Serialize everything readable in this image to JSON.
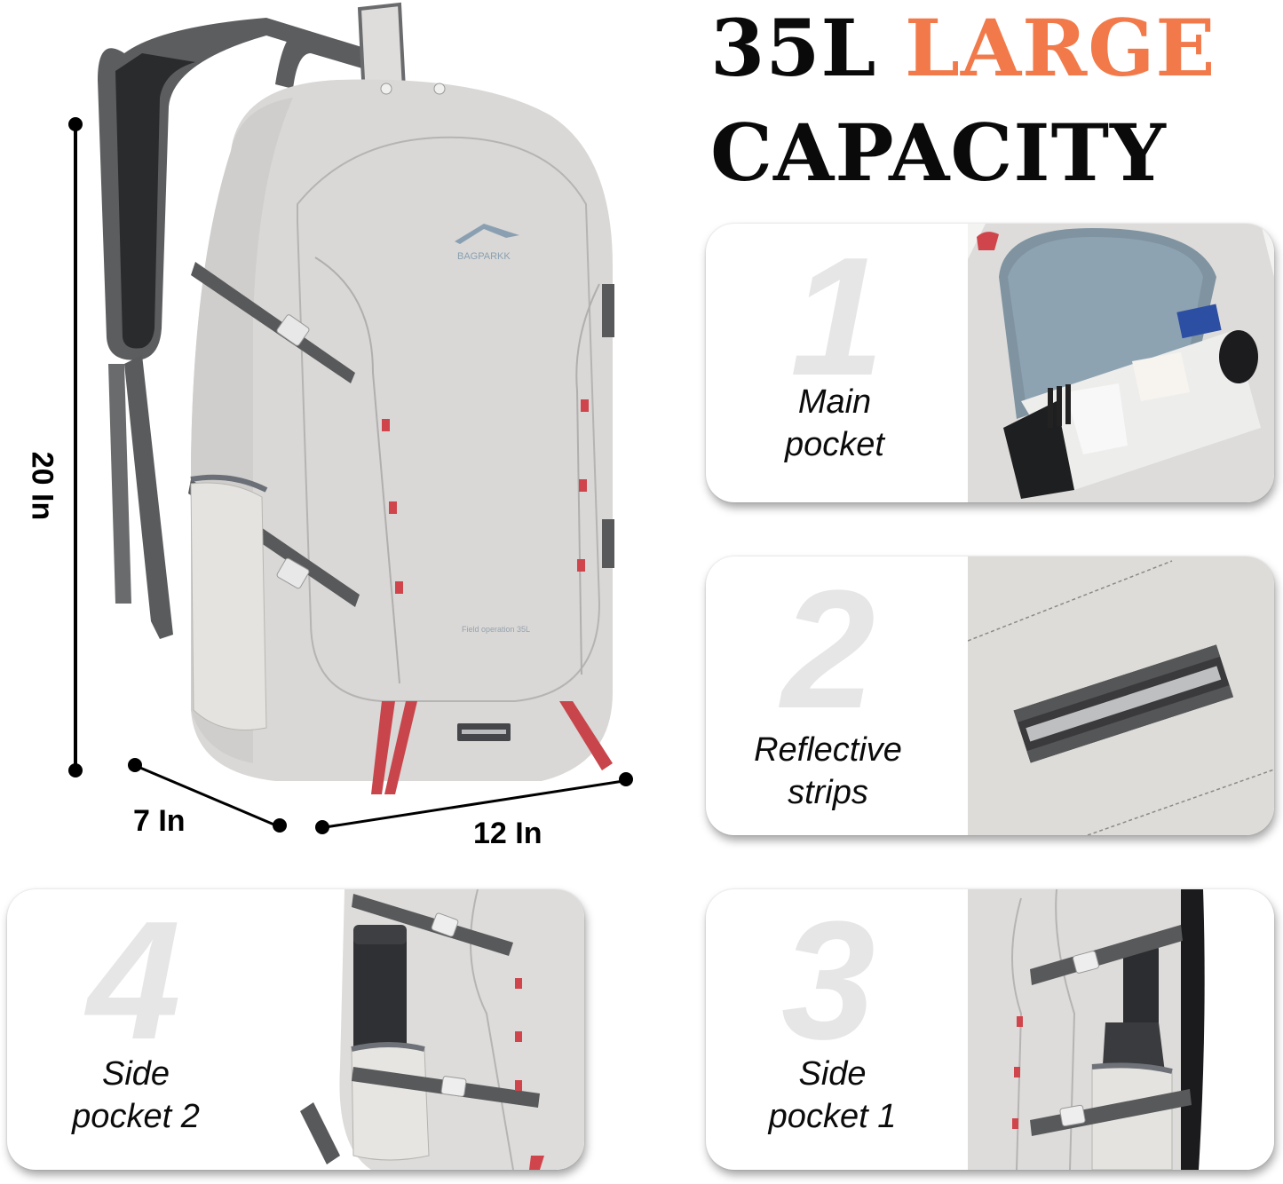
{
  "headline": {
    "capacity": "35L",
    "accent_word": "LARGE",
    "line2": "CAPACITY",
    "accent_color": "#f27a4a",
    "text_color": "#0a0a0a"
  },
  "product": {
    "brand_logo": "BAGPARKK",
    "front_label": "Field operation 35L",
    "body_color": "#d9d8d6",
    "strap_color": "#5f6062",
    "accent_loop_color": "#d0454c"
  },
  "dimensions": {
    "height": "20 In",
    "depth": "7 In",
    "width": "12 In"
  },
  "features": [
    {
      "number": "1",
      "caption_line1": "Main",
      "caption_line2": "pocket",
      "photo": "open-main-compartment"
    },
    {
      "number": "2",
      "caption_line1": "Reflective",
      "caption_line2": "strips",
      "photo": "reflective-strip-closeup"
    },
    {
      "number": "3",
      "caption_line1": "Side",
      "caption_line2": "pocket 1",
      "photo": "side-pocket-umbrella"
    },
    {
      "number": "4",
      "caption_line1": "Side",
      "caption_line2": "pocket 2",
      "photo": "side-pocket-bottle"
    }
  ]
}
